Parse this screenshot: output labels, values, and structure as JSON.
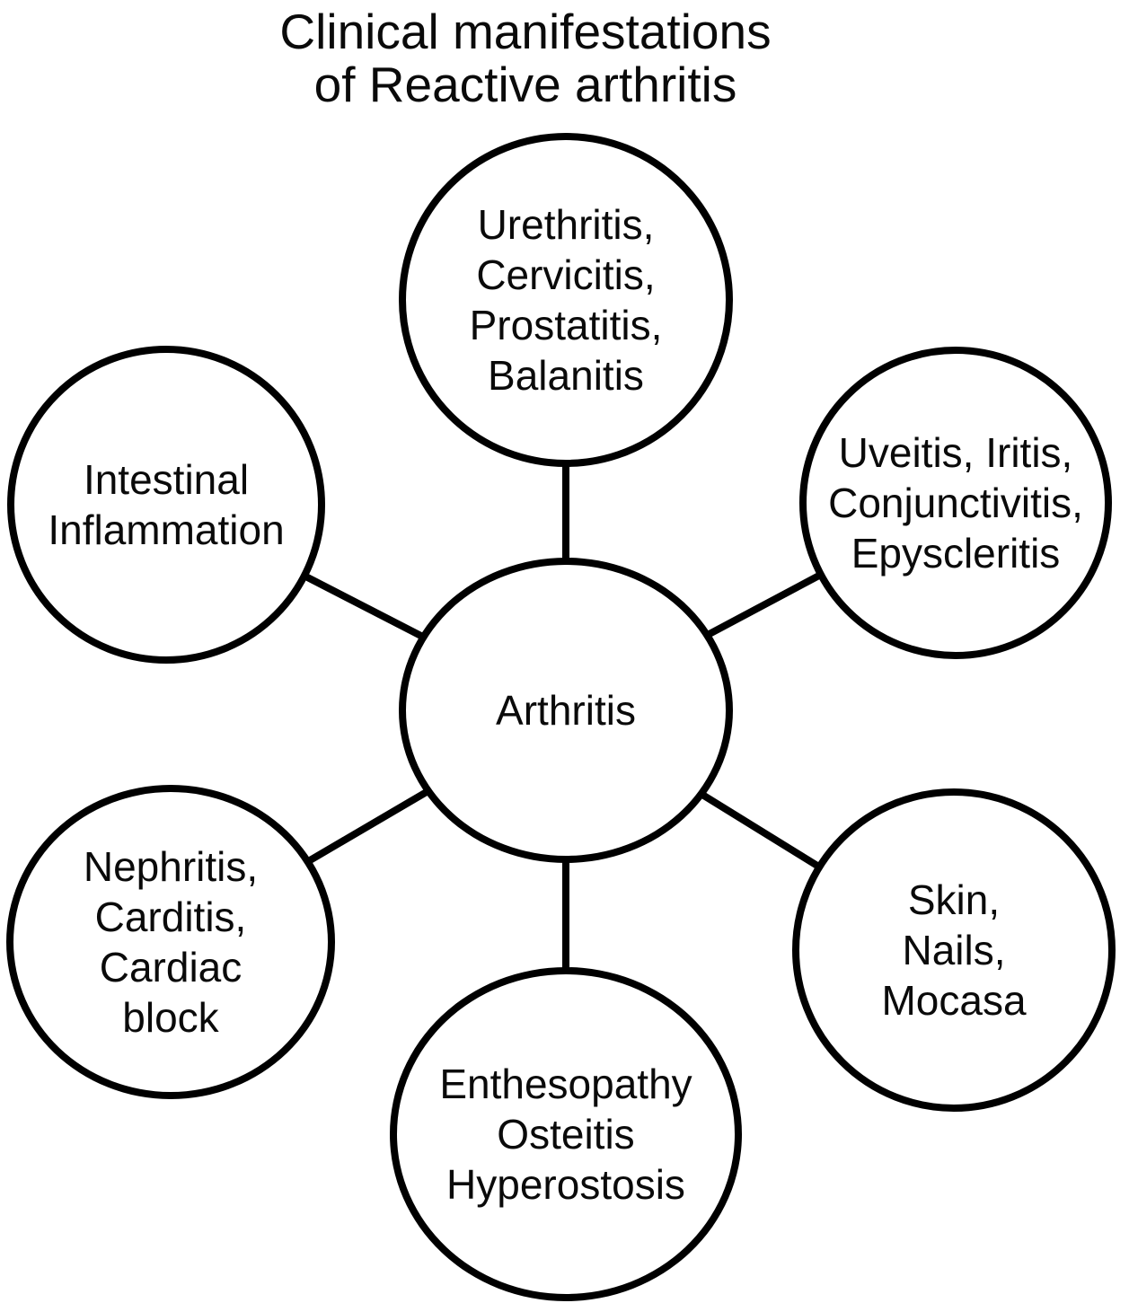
{
  "title": "Clinical manifestations\nof Reactive arthritis",
  "diagram": {
    "type": "hub-and-spoke",
    "stroke_color": "#000000",
    "fill_color": "#ffffff",
    "center_node": {
      "label": "Arthritis"
    },
    "nodes": [
      {
        "id": "genitourinary",
        "label": "Urethritis,\nCervicitis,\nProstatitis,\nBalanitis"
      },
      {
        "id": "ocular",
        "label": "Uveitis, Iritis,\nConjunctivitis,\nEpyscleritis"
      },
      {
        "id": "intestinal",
        "label": "Intestinal\nInflammation"
      },
      {
        "id": "cardiorenal",
        "label": "Nephritis,\nCarditis,\nCardiac\nblock"
      },
      {
        "id": "skin",
        "label": "Skin,\nNails,\nMocasa"
      },
      {
        "id": "bone",
        "label": "Enthesopathy\nOsteitis\nHyperostosis"
      }
    ]
  }
}
